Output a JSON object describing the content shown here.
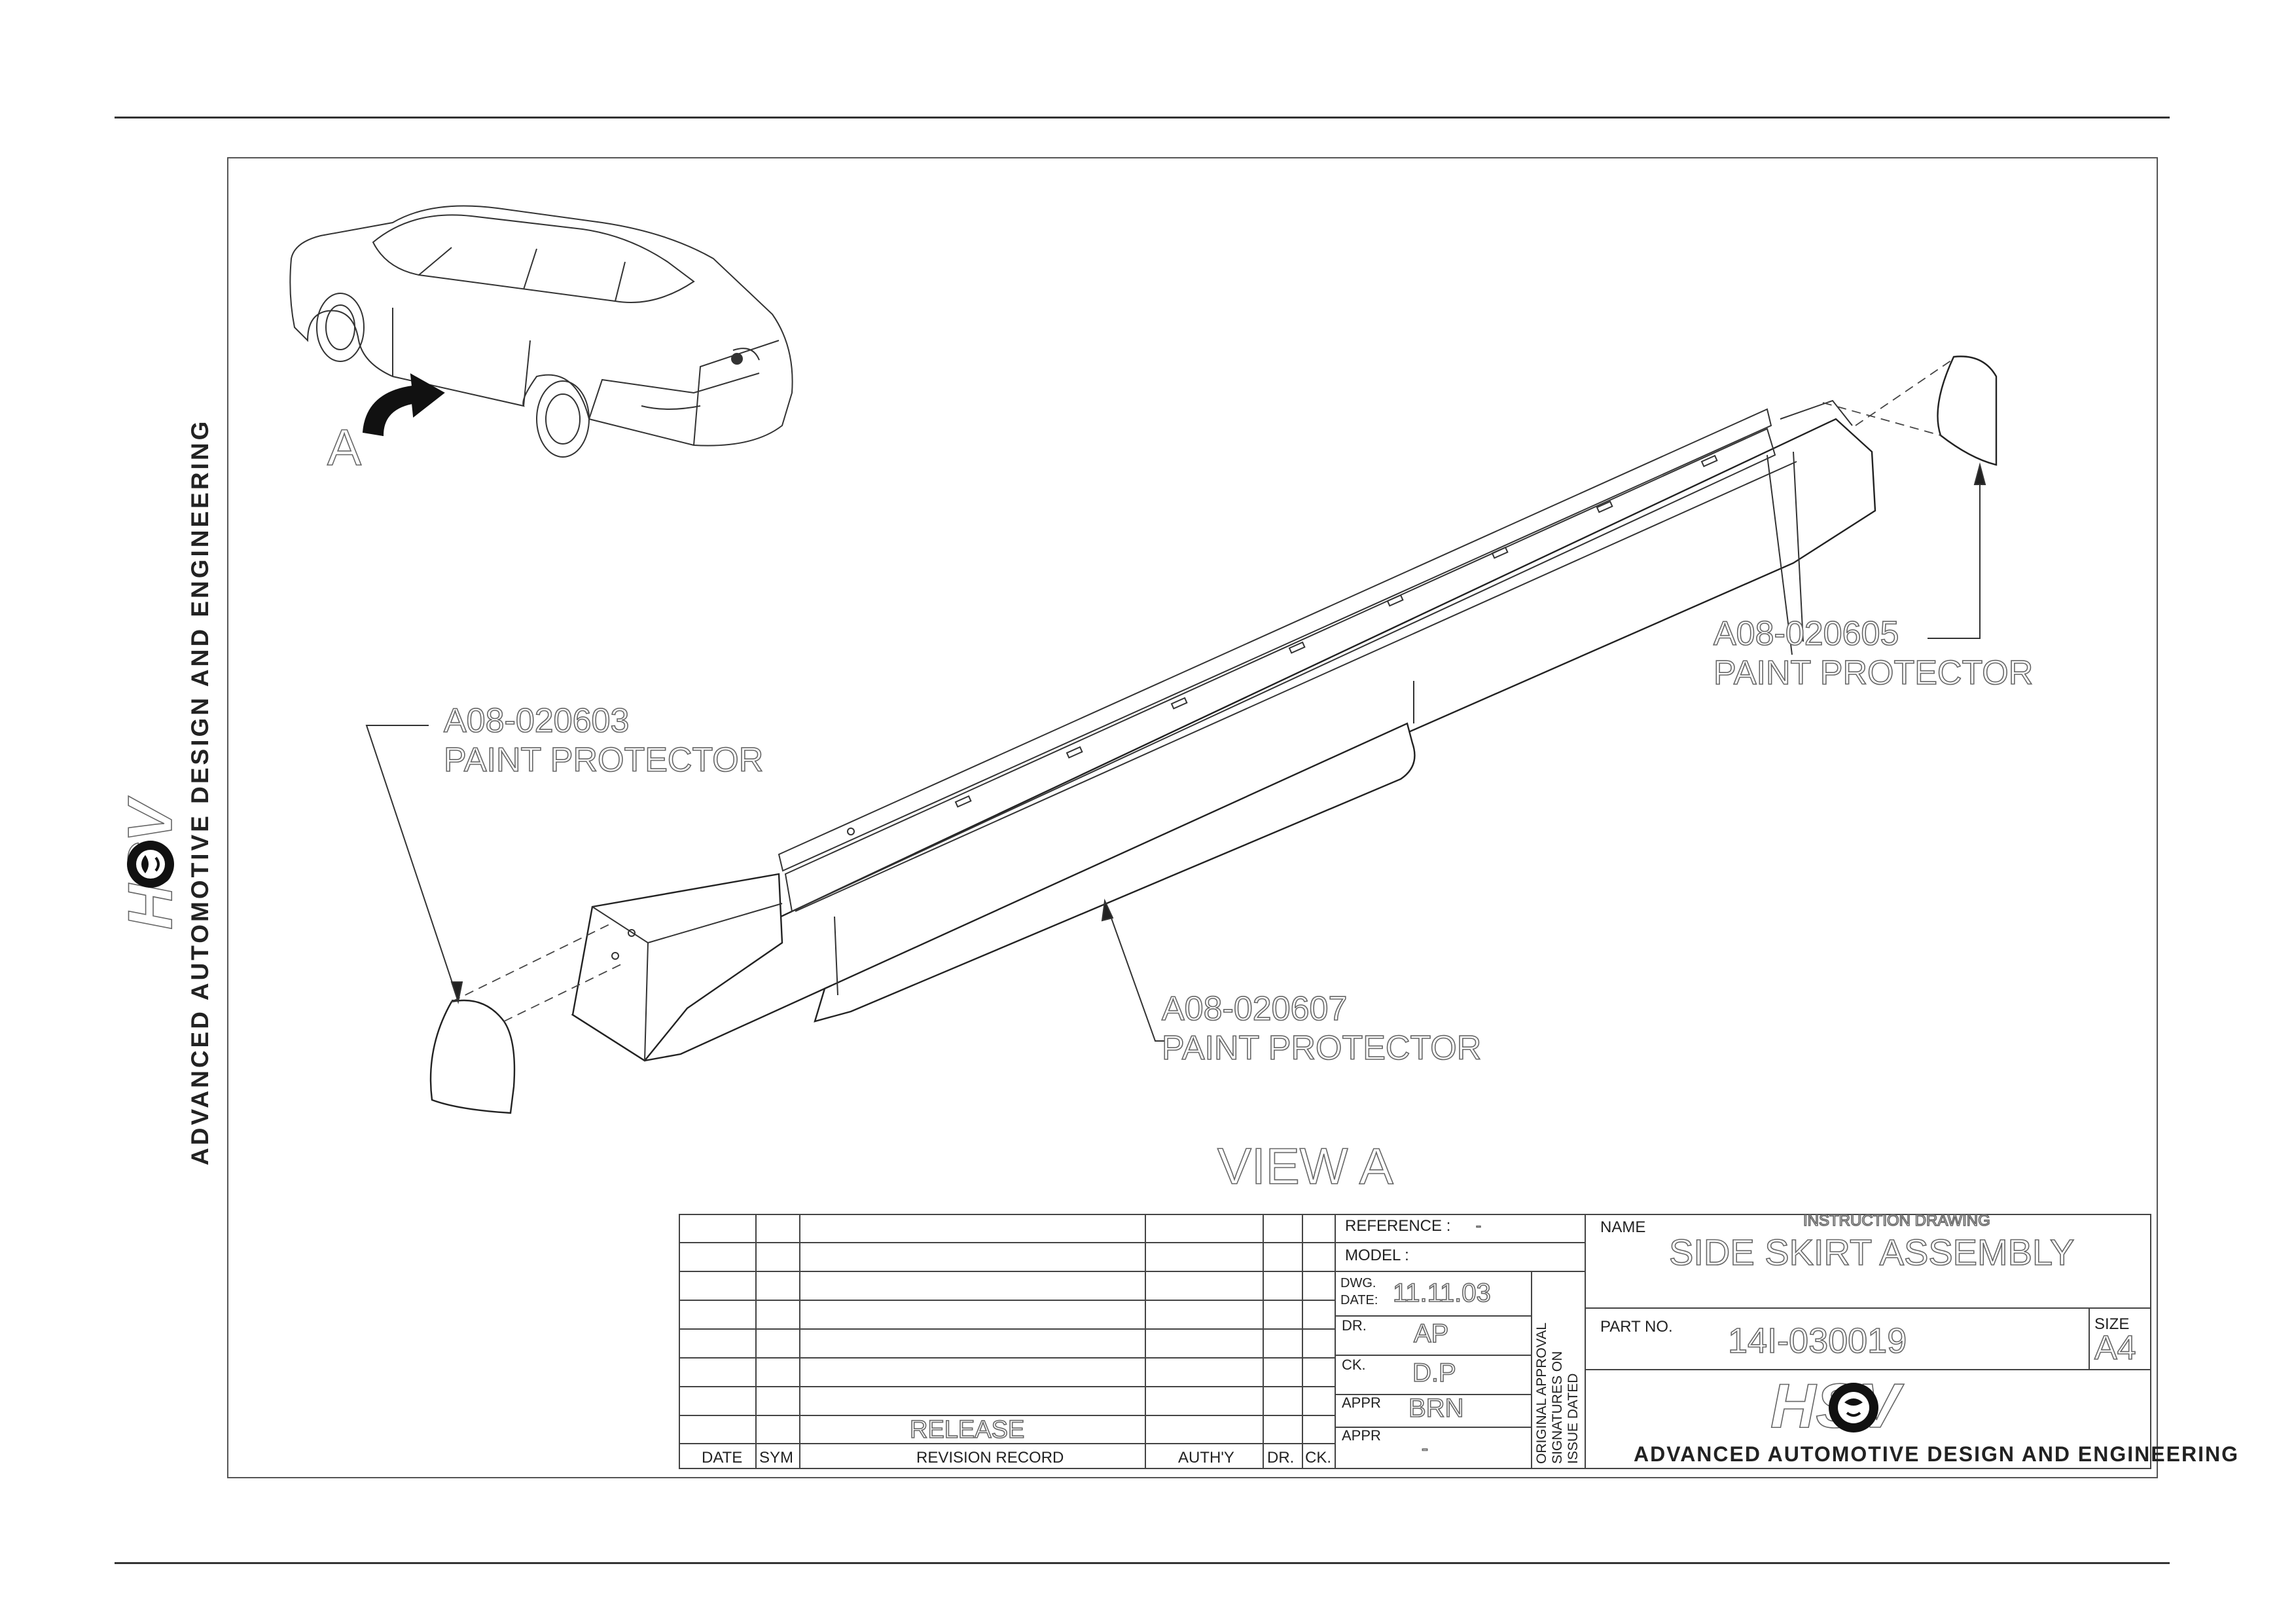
{
  "callouts": {
    "view_letter": "A",
    "view_title": "VIEW A",
    "front_protector": {
      "part_no": "A08-020603",
      "desc": "PAINT PROTECTOR"
    },
    "rear_protector": {
      "part_no": "A08-020605",
      "desc": "PAINT PROTECTOR"
    },
    "skirt_protector": {
      "part_no": "A08-020607",
      "desc": "PAINT PROTECTOR"
    }
  },
  "side_branding": {
    "logo_text": "HSV",
    "company": "ADVANCED AUTOMOTIVE DESIGN AND ENGINEERING"
  },
  "revision_block": {
    "release_label": "RELEASE",
    "headers": [
      "DATE",
      "SYM",
      "REVISION RECORD",
      "AUTH'Y",
      "DR.",
      "CK."
    ]
  },
  "title_block": {
    "reference_label": "REFERENCE :",
    "reference_value": "-",
    "model_label": "MODEL :",
    "dwg_date_label_1": "DWG.",
    "dwg_date_label_2": "DATE:",
    "dwg_date_value": "11.11.03",
    "dr_label": "DR.",
    "dr_value": "AP",
    "ck_label": "CK.",
    "ck_value": "D.P",
    "appr1_label": "APPR",
    "appr1_value": "BRN",
    "appr2_label": "APPR",
    "appr2_value": "-",
    "approval_note_1": "ORIGINAL APPROVAL",
    "approval_note_2": "SIGNATURES ON",
    "approval_note_3": "ISSUE DATED",
    "name_label": "NAME",
    "drawing_type": "INSTRUCTION DRAWING",
    "drawing_name": "SIDE SKIRT ASSEMBLY",
    "part_no_label": "PART NO.",
    "part_no_value": "14I-030019",
    "size_label": "SIZE",
    "size_value": "A4",
    "logo_text": "HSV",
    "company": "ADVANCED AUTOMOTIVE DESIGN AND ENGINEERING"
  }
}
